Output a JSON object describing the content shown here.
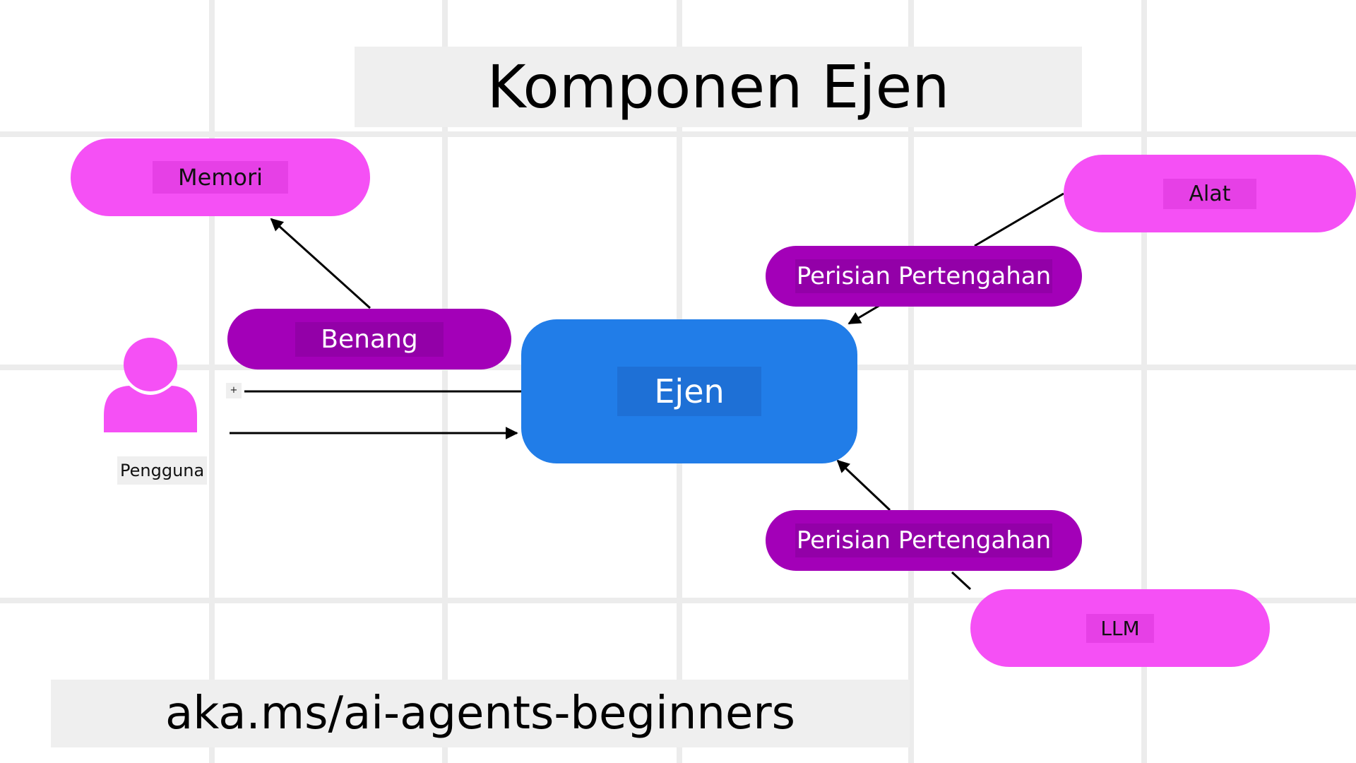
{
  "title": "Komponen Ejen",
  "footer_link": "aka.ms/ai-agents-beginners",
  "nodes": {
    "memory": "Memori",
    "thread": "Benang",
    "agent": "Ejen",
    "tools": "Alat",
    "middleware_top": "Perisian Pertengahan",
    "middleware_bottom": "Perisian Pertengahan",
    "llm": "LLM",
    "user": "Pengguna"
  },
  "plus_mark": "+",
  "colors": {
    "light_pill": "#f550f5",
    "dark_pill": "#a300b8",
    "agent_box": "#217de8",
    "user_icon": "#f550f5",
    "arrow": "#000000",
    "grid": "#ececec"
  },
  "icons": {
    "user": "person-icon"
  }
}
